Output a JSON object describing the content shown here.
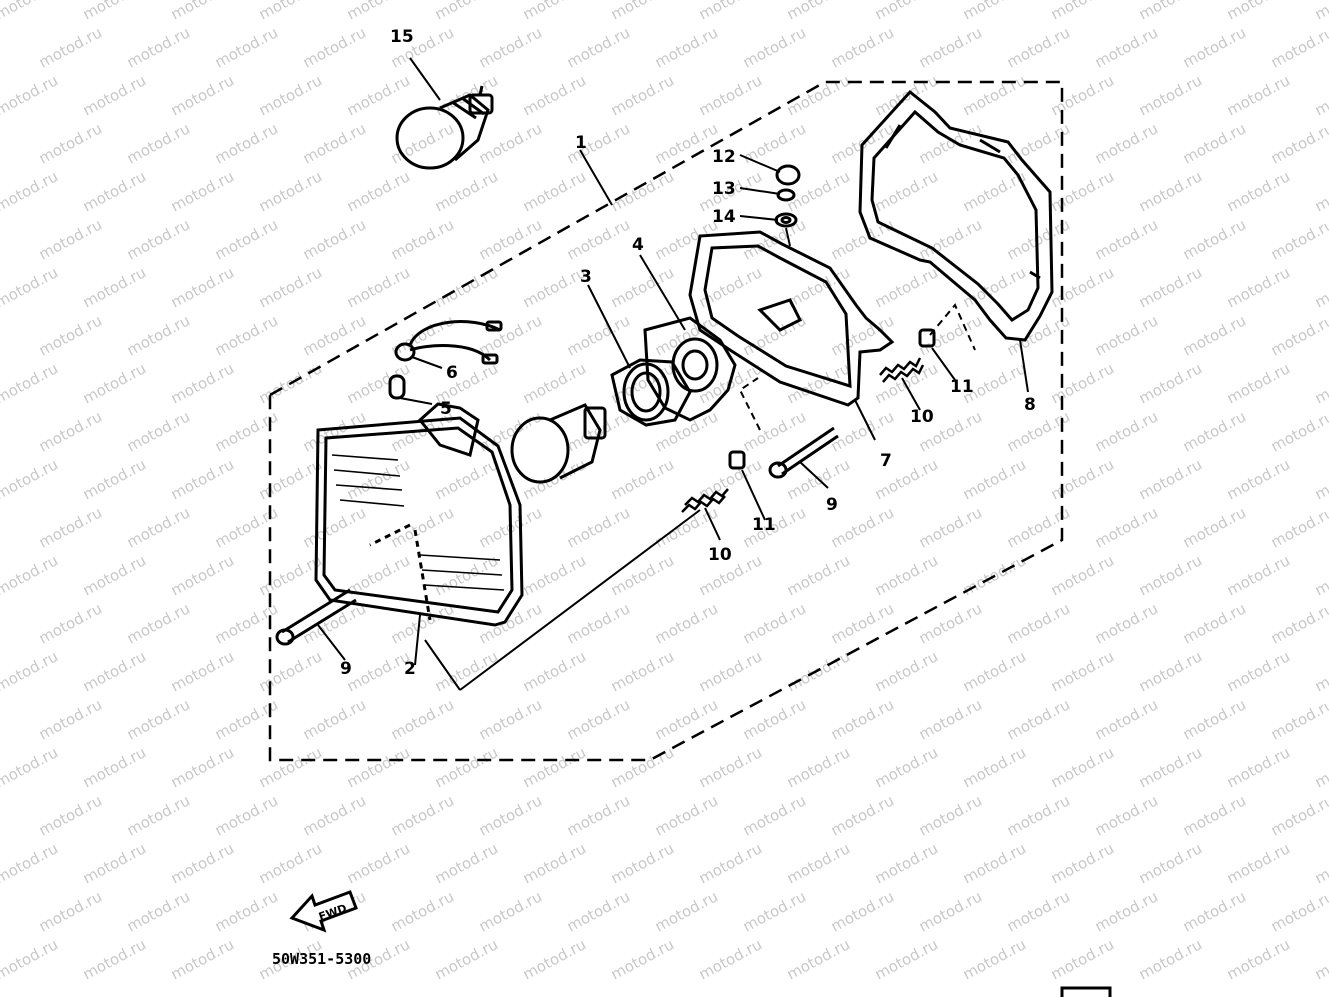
{
  "diagram": {
    "watermark": "motod.ru",
    "part_code": "50W351-5300",
    "direction_arrow_label": "FWD",
    "callouts": {
      "c1": "1",
      "c2": "2",
      "c3": "3",
      "c4": "4",
      "c5": "5",
      "c6": "6",
      "c7": "7",
      "c8": "8",
      "c9a": "9",
      "c9b": "9",
      "c10a": "10",
      "c10b": "10",
      "c11a": "11",
      "c11b": "11",
      "c12": "12",
      "c13": "13",
      "c14": "14",
      "c15": "15"
    },
    "parts": [
      "headlight-assembly",
      "headlight-lens-unit",
      "bulb-socket-ring",
      "bulb-holder-cover",
      "position-bulb",
      "position-socket-cord",
      "headlight-case",
      "headlight-rim",
      "adjust-screw",
      "spring",
      "nut",
      "screw",
      "washer",
      "grommet",
      "headlight-bulb"
    ],
    "colors": {
      "ink": "#000000",
      "paper": "#ffffff",
      "watermark": "#c8c8c8"
    }
  }
}
